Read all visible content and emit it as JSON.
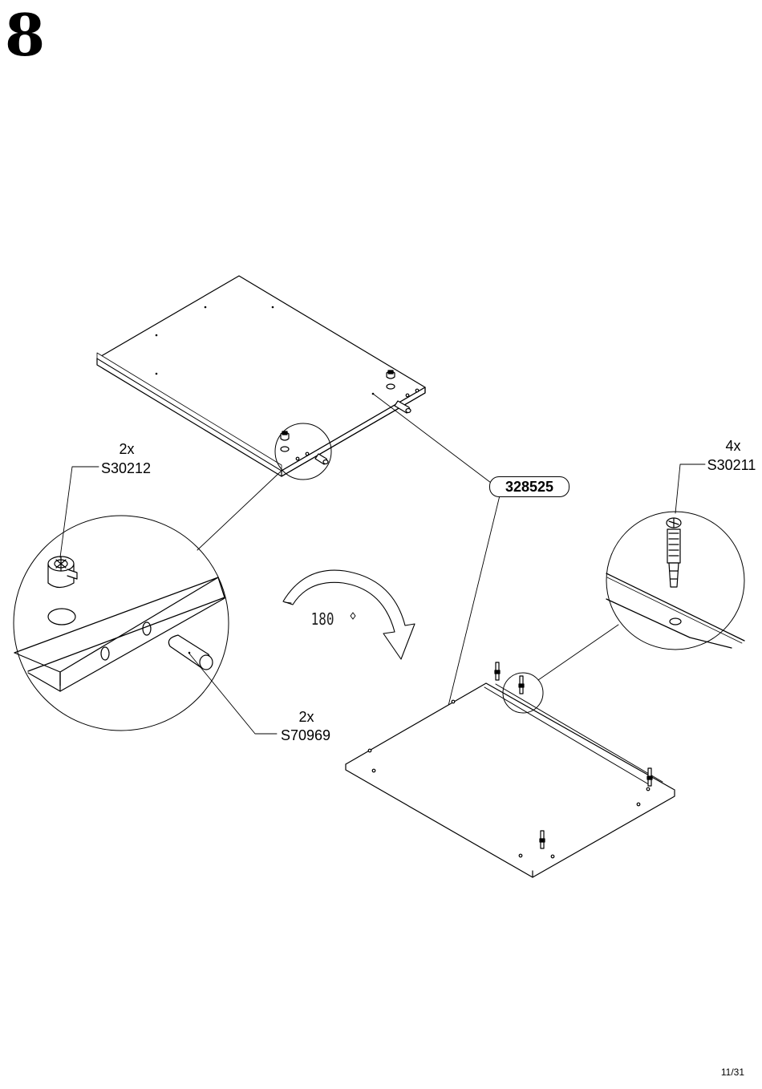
{
  "step": {
    "number": "8"
  },
  "callouts": {
    "cam_lock": {
      "quantity": "2x",
      "code": "S30212"
    },
    "dowel": {
      "quantity": "2x",
      "code": "S70969"
    },
    "cam_bolt": {
      "quantity": "4x",
      "code": "S30211"
    }
  },
  "panel": {
    "part_number": "328525"
  },
  "rotation": {
    "label": "180"
  },
  "footer": {
    "page": "11/31"
  }
}
